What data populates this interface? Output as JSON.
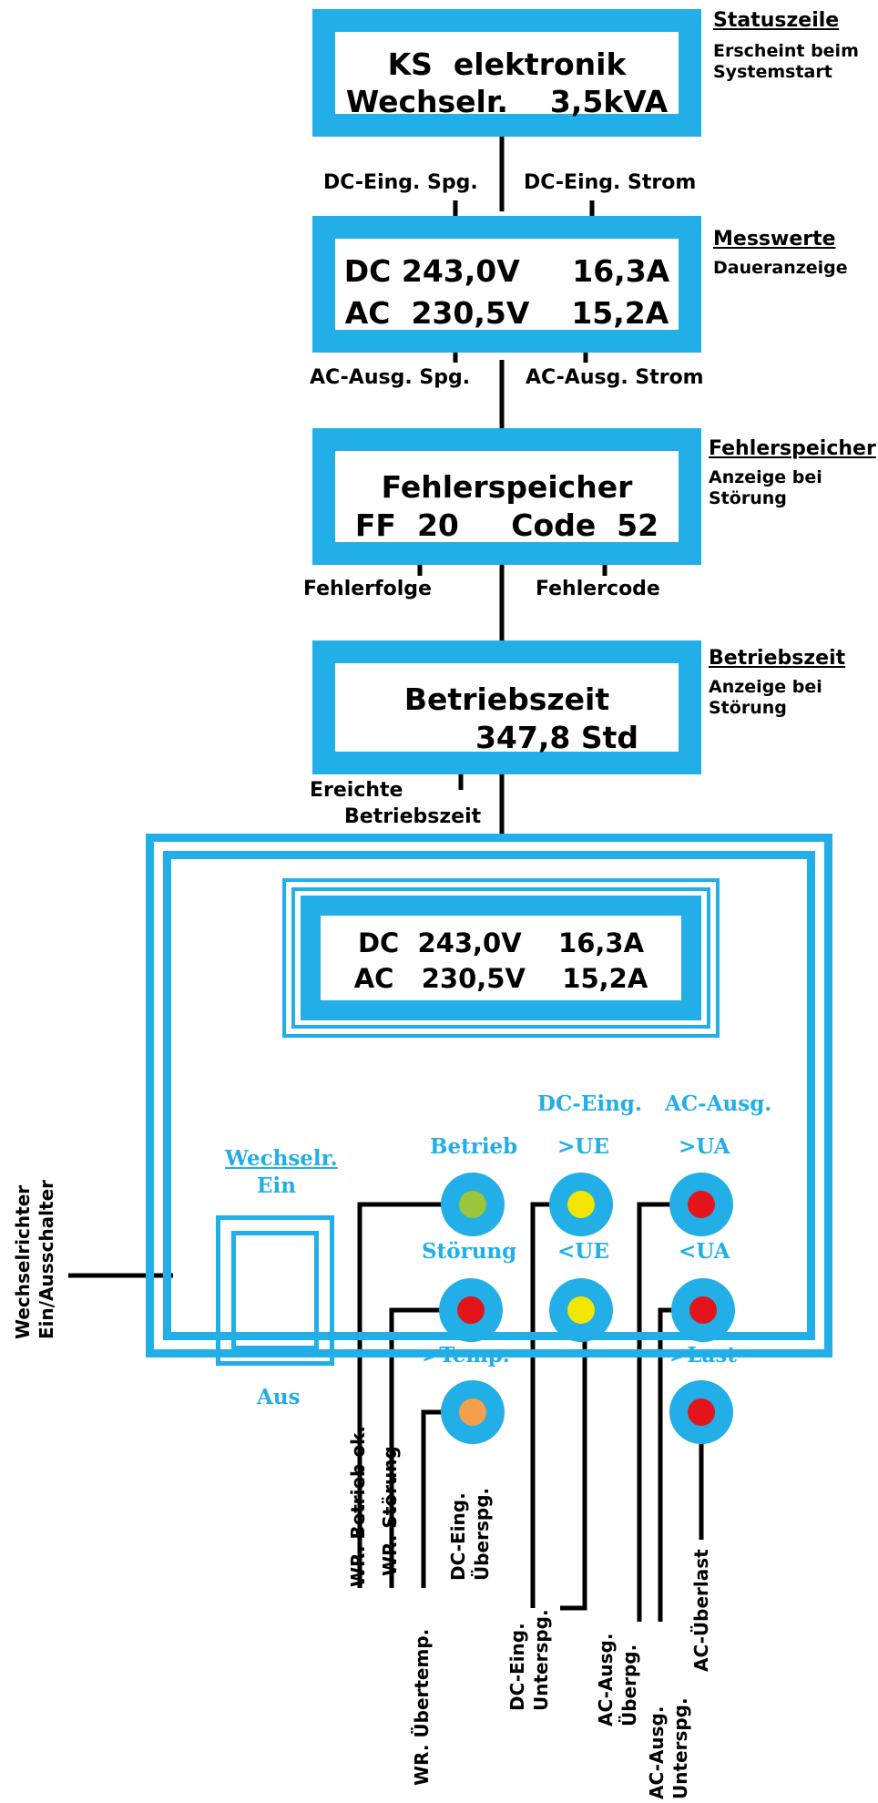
{
  "displays": {
    "status": {
      "line1": "KS  elektronik",
      "line2": "Wechselr.    3,5kVA",
      "title": "Statuszeile",
      "sub1": "Erscheint beim",
      "sub2": "Systemstart"
    },
    "measurements": {
      "line1": "DC 243,0V     16,3A",
      "line2": "AC  230,5V    15,2A",
      "title": "Messwerte",
      "sub1": "Daueranzeige",
      "label_dc_voltage": "DC-Eing. Spg.",
      "label_dc_current": "DC-Eing. Strom",
      "label_ac_voltage": "AC-Ausg. Spg.",
      "label_ac_current": "AC-Ausg. Strom"
    },
    "fault_memory": {
      "line1": "Fehlerspeicher",
      "line2": "FF  20     Code  52",
      "title": "Fehlerspeicher",
      "sub1": "Anzeige bei",
      "sub2": "Störung",
      "label_sequence": "Fehlerfolge",
      "label_code": "Fehlercode"
    },
    "operating_time": {
      "line1": "Betriebszeit",
      "line2": "347,8 Std",
      "title": "Betriebszeit",
      "sub1": "Anzeige bei",
      "sub2": "Störung",
      "label1": "Ereichte",
      "label2": "Betriebszeit"
    }
  },
  "panel": {
    "lcd_line1": "DC  243,0V    16,3A",
    "lcd_line2": "AC   230,5V    15,2A",
    "switch": {
      "title": "Wechselr.",
      "on": "Ein",
      "off": "Aus"
    },
    "switch_side_label1": "Wechselrichter",
    "switch_side_label2": "Ein/Ausschalter",
    "group_dc": "DC-Eing.",
    "group_ac": "AC-Ausg.",
    "leds": [
      {
        "label": "Betrieb",
        "color": "#9bc53d"
      },
      {
        "label": "Störung",
        "color": "#e3141b"
      },
      {
        "label": ">Temp.",
        "color": "#f4a04a"
      },
      {
        "label": ">UE",
        "color": "#f2e600"
      },
      {
        "label": "<UE",
        "color": "#f2e600"
      },
      {
        "label": ">UA",
        "color": "#e3141b"
      },
      {
        "label": "<UA",
        "color": "#e3141b"
      },
      {
        "label": ">Last",
        "color": "#e3141b"
      }
    ],
    "bottom_labels": {
      "betrieb": "WR. Betrieb ok.",
      "stoerung": "WR. Störung",
      "uebertemp": "WR. Übertemp.",
      "dc_ueber1": "DC-Eing.",
      "dc_ueber2": "Überspg.",
      "dc_unter1": "DC-Eing.",
      "dc_unter2": "Unterspg.",
      "ac_ueber1": "AC-Ausg.",
      "ac_ueber2": "Überpg.",
      "ac_unter1": "AC-Ausg.",
      "ac_unter2": "Unterspg.",
      "ac_last": "AC-Überlast"
    }
  },
  "colors": {
    "accent": "#22aee6",
    "wire": "#000000"
  }
}
